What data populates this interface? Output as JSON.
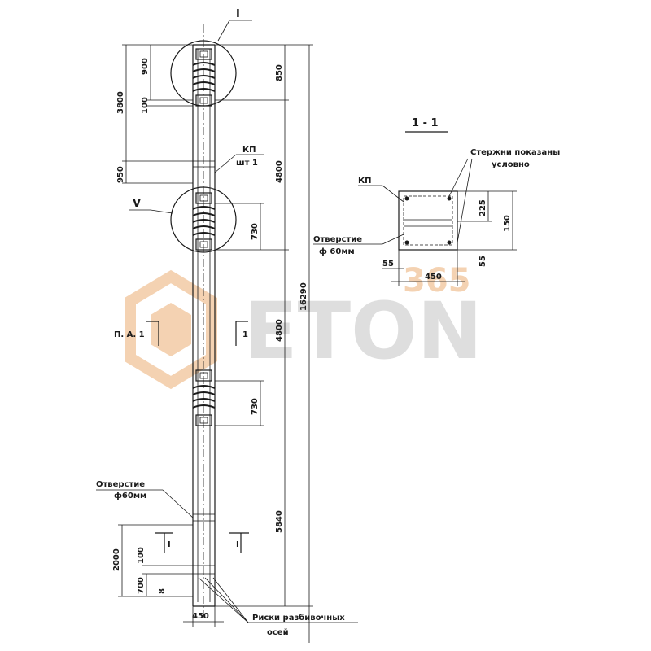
{
  "drawing": {
    "callout_top": "I",
    "callout_mid": "V",
    "dims_left": {
      "d3800": "3800",
      "d900": "900",
      "d100a": "100",
      "d950": "950",
      "d2000": "2000",
      "d100b": "100",
      "d700": "700",
      "d450": "450",
      "d8": "8"
    },
    "dims_right": {
      "d850": "850",
      "d4800a": "4800",
      "d730a": "730",
      "d4800b": "4800",
      "d730b": "730",
      "d5840": "5840",
      "d16290": "16290"
    },
    "labels": {
      "kp_top": "КП",
      "sht": "шт 1",
      "section_left": "П. А. 1",
      "section_right": "1",
      "hole_bottom_1": "Отверстие",
      "hole_bottom_2": "ф60мм",
      "marks_1": "Риски разбивочных",
      "marks_2": "осей",
      "lower_cut_left": "I",
      "lower_cut_right": "I"
    }
  },
  "section": {
    "title": "1 - 1",
    "note_1": "Стержни показаны",
    "note_2": "условно",
    "kp": "КП",
    "hole_1": "Отверстие",
    "hole_2": "ф 60мм",
    "d225": "225",
    "d150": "150",
    "d55a": "55",
    "d55b": "55",
    "d450": "450"
  },
  "watermark": {
    "text": "ETON",
    "number": "365",
    "color": "#f2c8a0",
    "text_color": "#d0d0d0"
  }
}
